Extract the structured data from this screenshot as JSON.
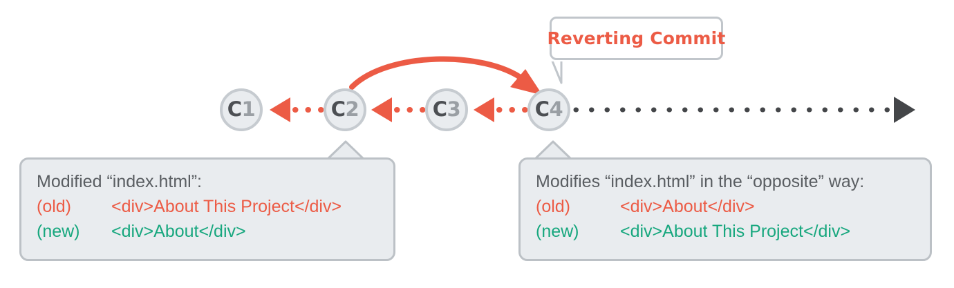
{
  "diagram": {
    "title": "git revert commit history diagram",
    "colors": {
      "accent_red": "#ec5b45",
      "accent_green": "#17a77e",
      "node_fill": "#e9ecef",
      "node_border": "#c6cbd0",
      "box_fill": "#e9ecef",
      "box_border": "#bcc1c6",
      "text_gray": "#5a5e62",
      "timeline_dark": "#444649"
    },
    "commits": [
      {
        "id": "c1",
        "letter": "C",
        "number": "1"
      },
      {
        "id": "c2",
        "letter": "C",
        "number": "2"
      },
      {
        "id": "c3",
        "letter": "C",
        "number": "3"
      },
      {
        "id": "c4",
        "letter": "C",
        "number": "4"
      }
    ],
    "callout": {
      "label": "Reverting Commit"
    },
    "revert_arrow": {
      "from": "c2",
      "to": "c4",
      "style": "curved-solid-arrow"
    },
    "timeline": {
      "style": "dotted",
      "head": "right-triangle"
    },
    "boxes": [
      {
        "id": "left",
        "attached_to": "c2",
        "title": "Modified “index.html”:",
        "rows": [
          {
            "tag": "(old)",
            "code": "<div>About This Project</div>",
            "kind": "old"
          },
          {
            "tag": "(new)",
            "code": "<div>About</div>",
            "kind": "new"
          }
        ]
      },
      {
        "id": "right",
        "attached_to": "c4",
        "title": "Modifies “index.html” in the “opposite” way:",
        "rows": [
          {
            "tag": "(old)",
            "code": "<div>About</div>",
            "kind": "old"
          },
          {
            "tag": "(new)",
            "code": "<div>About This Project</div>",
            "kind": "new"
          }
        ]
      }
    ]
  }
}
